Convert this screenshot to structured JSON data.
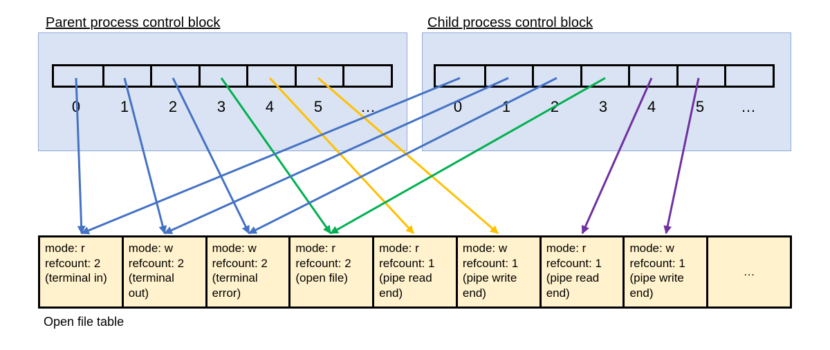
{
  "parent": {
    "title": "Parent process control block",
    "indices": [
      "0",
      "1",
      "2",
      "3",
      "4",
      "5",
      "…"
    ]
  },
  "child": {
    "title": "Child process control block",
    "indices": [
      "0",
      "1",
      "2",
      "3",
      "4",
      "5",
      "…"
    ]
  },
  "open_file_table": {
    "caption": "Open file table",
    "entries": [
      {
        "mode": "mode: r",
        "refcount": "refcount: 2",
        "desc1": "(terminal in)",
        "desc2": ""
      },
      {
        "mode": "mode: w",
        "refcount": "refcount: 2",
        "desc1": "(terminal",
        "desc2": "out)"
      },
      {
        "mode": "mode: w",
        "refcount": "refcount: 2",
        "desc1": "(terminal",
        "desc2": "error)"
      },
      {
        "mode": "mode: r",
        "refcount": "refcount: 2",
        "desc1": "(open file)",
        "desc2": ""
      },
      {
        "mode": "mode: r",
        "refcount": "refcount: 1",
        "desc1": "(pipe read",
        "desc2": "end)"
      },
      {
        "mode": "mode: w",
        "refcount": "refcount: 1",
        "desc1": "(pipe write",
        "desc2": "end)"
      },
      {
        "mode": "mode: r",
        "refcount": "refcount: 1",
        "desc1": "(pipe read",
        "desc2": "end)"
      },
      {
        "mode": "mode: w",
        "refcount": "refcount: 1",
        "desc1": "(pipe write",
        "desc2": "end)"
      }
    ],
    "more": "…"
  },
  "colors": {
    "blue": "#4472c4",
    "green": "#00b050",
    "yellow": "#ffc000",
    "purple": "#7030a0",
    "pcb_fill": "#dae3f3",
    "table_fill": "#fff2cc"
  },
  "edges": [
    {
      "from": "parent.0",
      "to": "entry.0",
      "color": "blue"
    },
    {
      "from": "parent.1",
      "to": "entry.1",
      "color": "blue"
    },
    {
      "from": "parent.2",
      "to": "entry.2",
      "color": "blue"
    },
    {
      "from": "parent.3",
      "to": "entry.3",
      "color": "green"
    },
    {
      "from": "parent.4",
      "to": "entry.4",
      "color": "yellow"
    },
    {
      "from": "parent.5",
      "to": "entry.5",
      "color": "yellow"
    },
    {
      "from": "child.0",
      "to": "entry.0",
      "color": "blue"
    },
    {
      "from": "child.1",
      "to": "entry.1",
      "color": "blue"
    },
    {
      "from": "child.2",
      "to": "entry.2",
      "color": "blue"
    },
    {
      "from": "child.3",
      "to": "entry.3",
      "color": "green"
    },
    {
      "from": "child.4",
      "to": "entry.6",
      "color": "purple"
    },
    {
      "from": "child.5",
      "to": "entry.7",
      "color": "purple"
    }
  ]
}
